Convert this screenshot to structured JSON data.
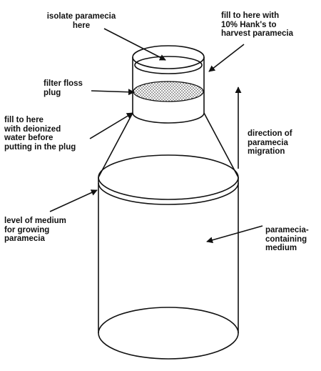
{
  "diagram": {
    "labels": {
      "isolate": "isolate paramecia\nhere",
      "fill_hanks": "fill to here with\n10% Hank's to\nharvest paramecia",
      "filter_plug": "filter floss\nplug",
      "fill_water": "fill to here\nwith deionized\nwater before\nputting in the plug",
      "migration": "direction of\nparamecia\nmigration",
      "level_medium": "level of medium\nfor growing\nparamecia",
      "containing_medium": "paramecia-\ncontaining\nmedium"
    }
  }
}
